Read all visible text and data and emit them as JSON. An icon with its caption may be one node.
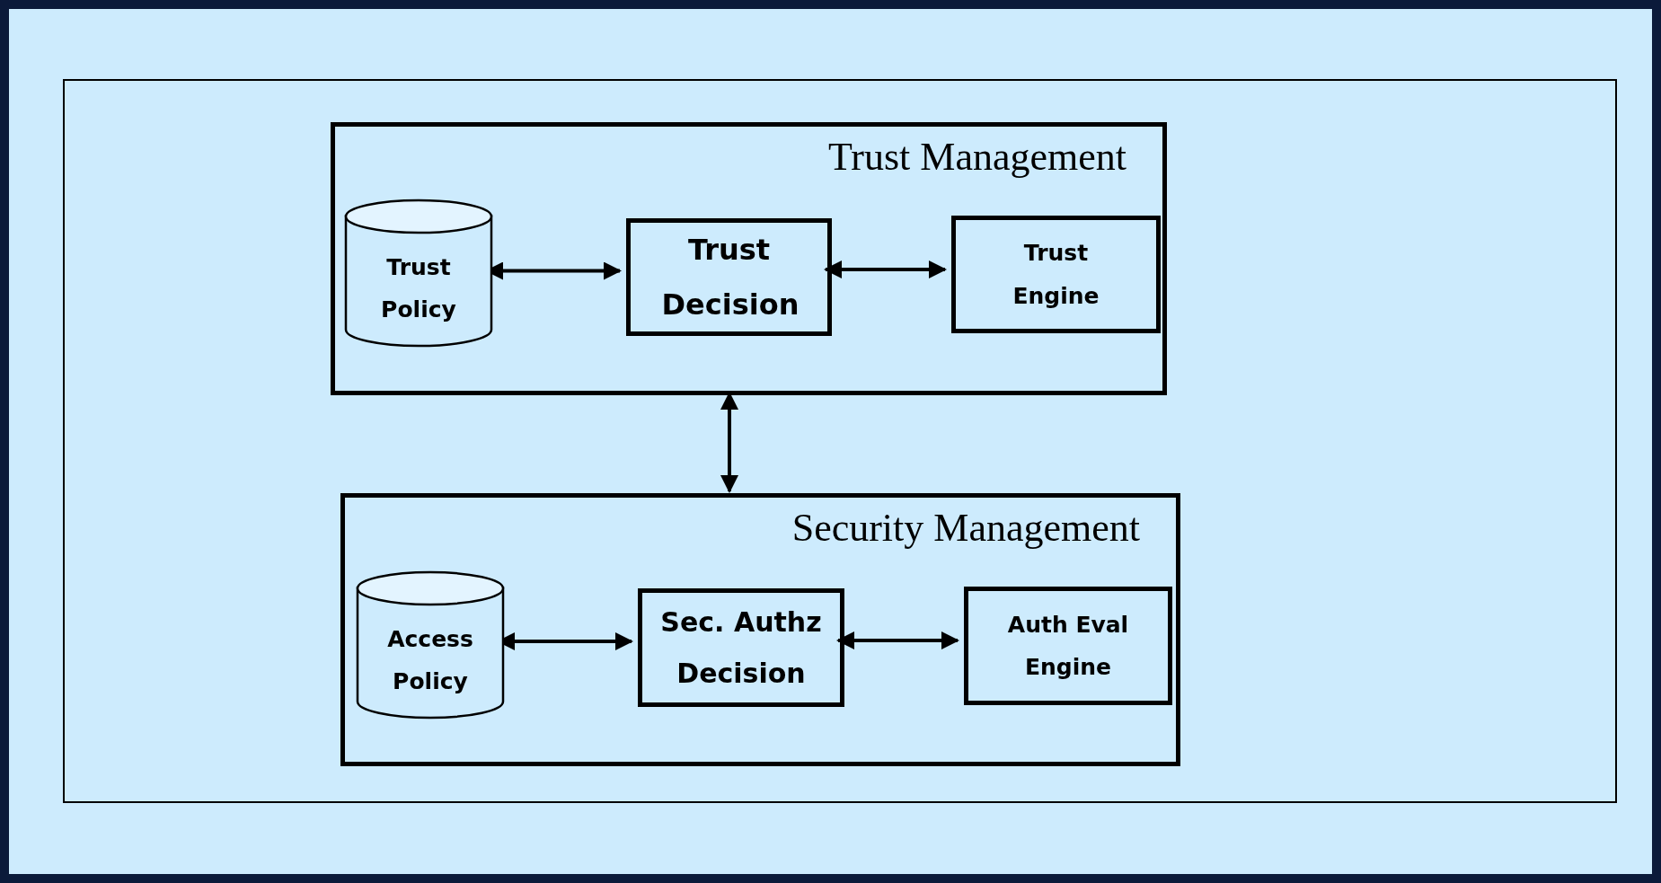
{
  "diagram": {
    "nodes": [
      {
        "text": [],
        "shape": "box"
      },
      {
        "text": [
          "Trust Management"
        ],
        "in": 0
      },
      {
        "text": [
          "Trust Policy"
        ],
        "in": 1
      },
      {
        "text": [
          "Trust Decision"
        ],
        "in": 1
      },
      {
        "text": [
          "Trust Engine"
        ],
        "in": 1
      },
      {
        "text": [
          "Security Management"
        ],
        "in": 0
      },
      {
        "text": [
          "Access Policy"
        ],
        "in": 5
      },
      {
        "text": [
          "Sec. Authz Decision"
        ],
        "in": 5
      },
      {
        "text": [
          "Auth Eval Engine"
        ],
        "in": 5
      }
    ],
    "edges": [
      {
        "from": 2,
        "to": 3,
        "arrow": "both"
      },
      {
        "from": 3,
        "to": 4,
        "arrow": "both"
      },
      {
        "from": 1,
        "to": 5,
        "arrow": "both"
      },
      {
        "from": 6,
        "to": 7,
        "arrow": "both"
      },
      {
        "from": 7,
        "to": 8,
        "arrow": "both"
      }
    ]
  }
}
